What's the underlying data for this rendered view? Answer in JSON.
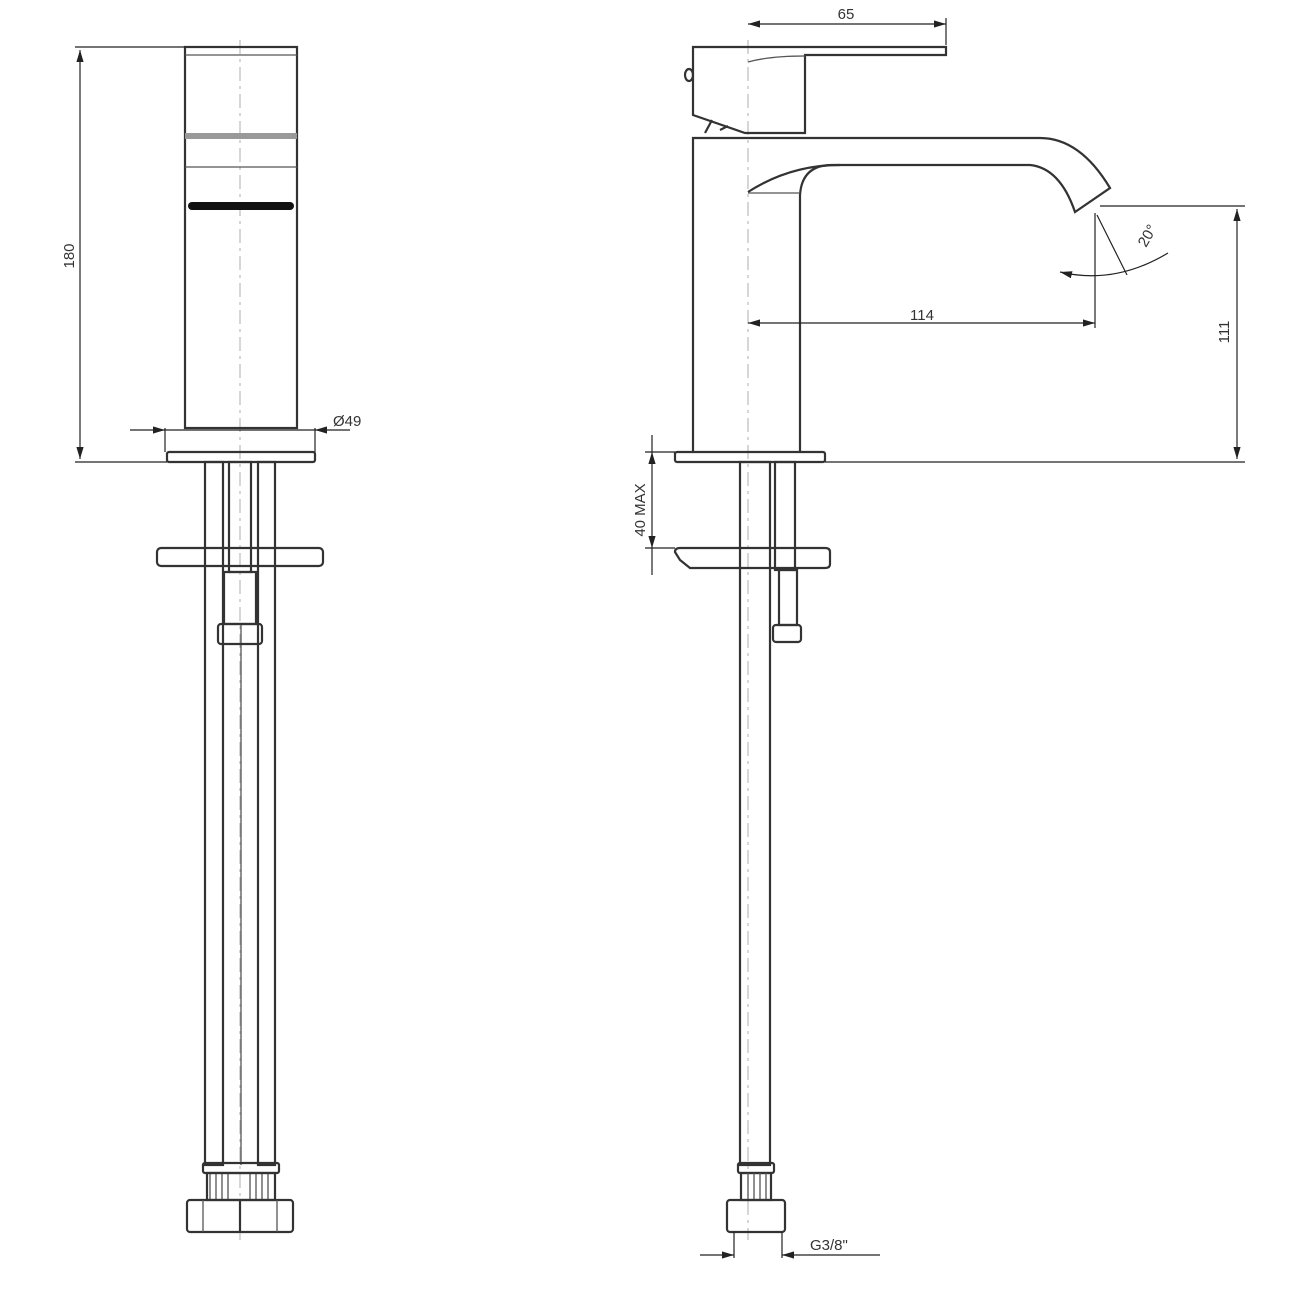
{
  "dimensions": {
    "height_total": "180",
    "base_diameter": "Ø49",
    "handle_reach": "65",
    "spout_reach": "114",
    "spout_angle": "20°",
    "spout_height": "111",
    "max_deck_thickness": "40 MAX",
    "connection_thread": "G3/8\""
  }
}
